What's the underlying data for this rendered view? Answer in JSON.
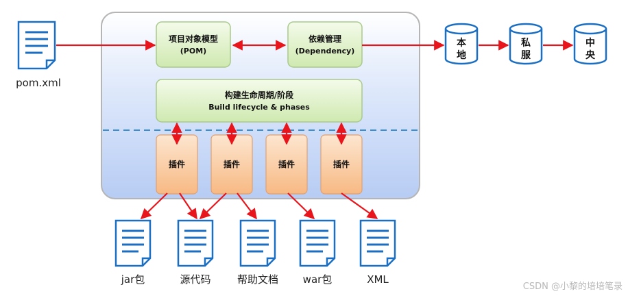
{
  "pom_file": {
    "label": "pom.xml"
  },
  "maven_box": {
    "project_object_model": {
      "line1": "项目对象模型",
      "line2": "(POM)"
    },
    "dependency": {
      "line1": "依赖管理",
      "line2": "(Dependency)"
    },
    "build_lifecycle": {
      "line1": "构建生命周期/阶段",
      "line2": "Build lifecycle & phases"
    },
    "plugins": [
      "插件",
      "插件",
      "插件",
      "插件"
    ]
  },
  "repositories": [
    {
      "line1": "本",
      "line2": "地"
    },
    {
      "line1": "私",
      "line2": "服"
    },
    {
      "line1": "中",
      "line2": "央"
    }
  ],
  "outputs": [
    "jar包",
    "源代码",
    "帮助文档",
    "war包",
    "XML"
  ],
  "watermark": "CSDN @小黎的培培笔录",
  "colors": {
    "arrow": "#e8161c",
    "doc_icon": "#1b6fc2",
    "dashed_divider": "#3a8fd0",
    "green_box": "#dff2c8",
    "orange_plugin": "#f9c79a"
  }
}
